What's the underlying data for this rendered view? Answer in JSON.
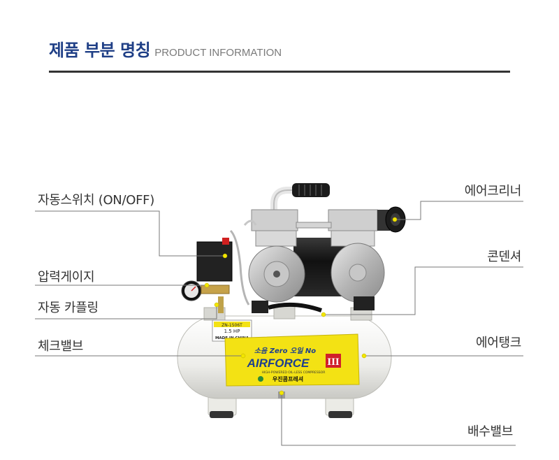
{
  "header": {
    "title": "제품 부분 명칭",
    "subtitle": "PRODUCT INFORMATION"
  },
  "labels": {
    "left": [
      "자동스위치 (ON/OFF)",
      "압력게이지",
      "자동 카플링",
      "체크밸브"
    ],
    "right": [
      "에어크리너",
      "콘덴셔",
      "에어탱크",
      "배수밸브"
    ]
  },
  "product": {
    "plate_lines": [
      "ZN-1506T",
      "1.5 HP",
      "MADE IN CHINA"
    ],
    "brand_slogan": "소음 Zero 오일 No",
    "brand_name": "AIRFORCE",
    "brand_numeral": "III",
    "brand_tagline": "HIGH-POWERED OIL-LESS COMPRESSOR",
    "maker": "우진콤프레셔"
  },
  "colors": {
    "title": "#1f3f86",
    "rule": "#333333",
    "leader": "#777777",
    "dot": "#f2e600",
    "tank": "#f2f2ee",
    "label_yellow": "#f3e214",
    "brand_blue": "#1d3f8f"
  }
}
